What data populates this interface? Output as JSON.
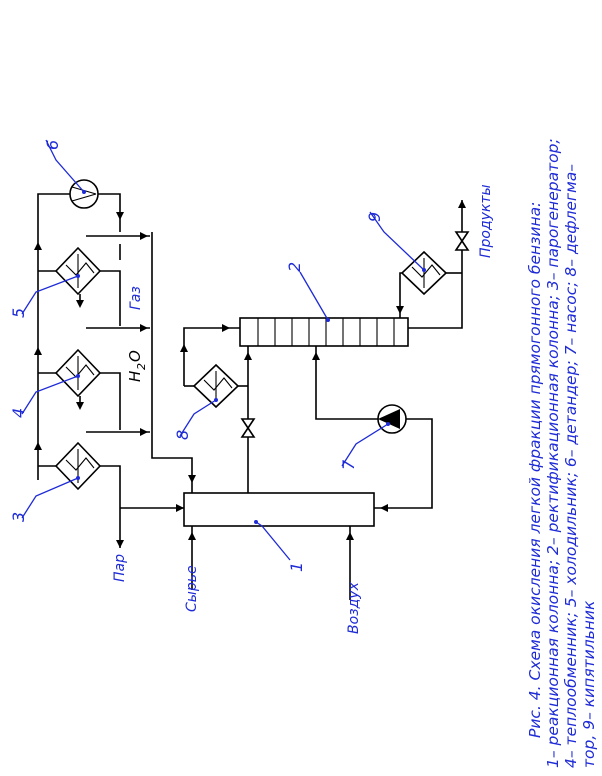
{
  "diagram": {
    "labels": {
      "gas": "Газ",
      "water": "Н",
      "water_sub": "2",
      "water_o": "О",
      "steam": "Пар",
      "feed": "Сырье",
      "air": "Воздух",
      "products": "Продукты"
    },
    "numbers": [
      "1",
      "2",
      "3",
      "4",
      "5",
      "6",
      "7",
      "8",
      "9"
    ],
    "caption": {
      "line1": "Рис. 4.  Схема окисления легкой фракции прямогонного бензина:",
      "line2": "1– реакционная колонна; 2– ректификационная колонна; 3– парогенератор;",
      "line3": "4– теплообменник; 5– холодильник; 6– детандер; 7– насос; 8– дефлегма–",
      "line4": "тор, 9– кипятильник"
    }
  }
}
